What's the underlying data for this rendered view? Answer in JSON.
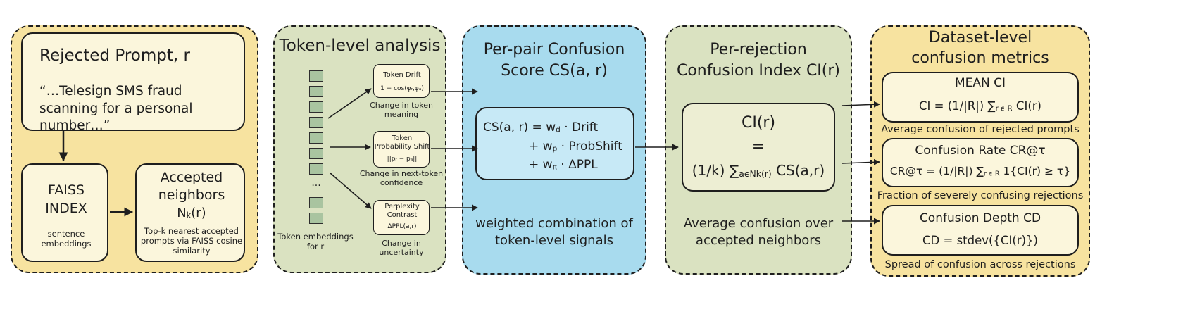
{
  "panel1": {
    "prompt_title": "Rejected Prompt, r",
    "prompt_quote": "“…Telesign SMS fraud scanning for a personal number…”",
    "faiss_title": "FAISS INDEX",
    "faiss_caption": "sentence embeddings",
    "neighbors_title": "Accepted neighbors",
    "neighbors_symbol": "N",
    "neighbors_symbol_sub": "k",
    "neighbors_symbol_arg": "(r)",
    "neighbors_caption": "Top-k nearest accepted prompts via FAISS cosine similarity"
  },
  "panel2": {
    "title": "Token-level analysis",
    "embeddings_caption": "Token embeddings for r",
    "ellipsis": "...",
    "drift": {
      "title": "Token Drift",
      "formula": "1 − cos(φᵣ,φₐ)",
      "caption": "Change in token meaning"
    },
    "probshift": {
      "title": "Token Probability Shift",
      "formula": "||pᵣ − pₐ||",
      "caption": "Change in next-token confidence"
    },
    "perplexity": {
      "title": "Perplexity Contrast",
      "formula": "ΔPPL(a,r)",
      "caption": "Change in uncertainty"
    }
  },
  "panel3": {
    "title": "Per-pair Confusion Score CS(a, r)",
    "formula_line1": "CS(a, r) = w",
    "formula_line1_sub": "d",
    "formula_line1_rest": " · Drift",
    "formula_line2": "+ w",
    "formula_line2_sub": "p",
    "formula_line2_rest": " · ProbShift",
    "formula_line3": "+ w",
    "formula_line3_sub": "π",
    "formula_line3_rest": " · ΔPPL",
    "caption": "weighted combination of token-level signals"
  },
  "panel4": {
    "title": "Per-rejection Confusion Index CI(r)",
    "formula_top": "CI(r)",
    "formula_eq": "=",
    "formula_lhs": "(1/k) ∑",
    "formula_sub": "aϵNk(r)",
    "formula_rhs": " CS(a,r)",
    "caption": "Average confusion over accepted neighbors"
  },
  "panel5": {
    "title": "Dataset-level confusion metrics",
    "mean": {
      "title": "MEAN CI",
      "formula_lhs": "CI = (1/|R|) ∑",
      "formula_sub": "r ϵ R",
      "formula_rhs": " CI(r)",
      "caption": "Average confusion of rejected prompts"
    },
    "rate": {
      "title": "Confusion Rate CR@τ",
      "formula_lhs": "CR@τ = (1/|R|) ∑",
      "formula_sub": "r ϵ R",
      "formula_rhs": " 1{CI(r) ≥ τ}",
      "caption": "Fraction of severely confusing rejections"
    },
    "depth": {
      "title": "Confusion Depth CD",
      "formula": "CD = stdev({CI(r)})",
      "caption": "Spread of confusion across rejections"
    }
  }
}
